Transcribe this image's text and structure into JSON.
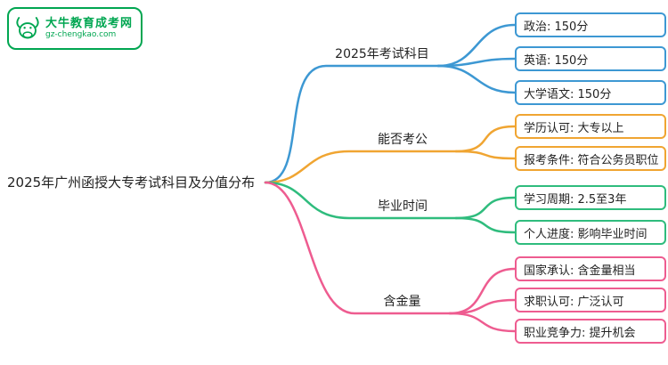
{
  "logo": {
    "name": "大牛教育成考网",
    "url": "gz-chengkao.com",
    "color": "#00a651"
  },
  "root": {
    "label": "2025年广州函授大专考试科目及分值分布"
  },
  "branches": [
    {
      "label": "2025年考试科目",
      "color": "#3d98d3",
      "children": [
        "政治: 150分",
        "英语: 150分",
        "大学语文: 150分"
      ]
    },
    {
      "label": "能否考公",
      "color": "#f0a532",
      "children": [
        "学历认可: 大专以上",
        "报考条件: 符合公务员职位"
      ]
    },
    {
      "label": "毕业时间",
      "color": "#2fbc7d",
      "children": [
        "学习周期: 2.5至3年",
        "个人进度: 影响毕业时间"
      ]
    },
    {
      "label": "含金量",
      "color": "#ee5c90",
      "children": [
        "国家承认: 含金量相当",
        "求职认可: 广泛认可",
        "职业竞争力: 提升机会"
      ]
    }
  ]
}
